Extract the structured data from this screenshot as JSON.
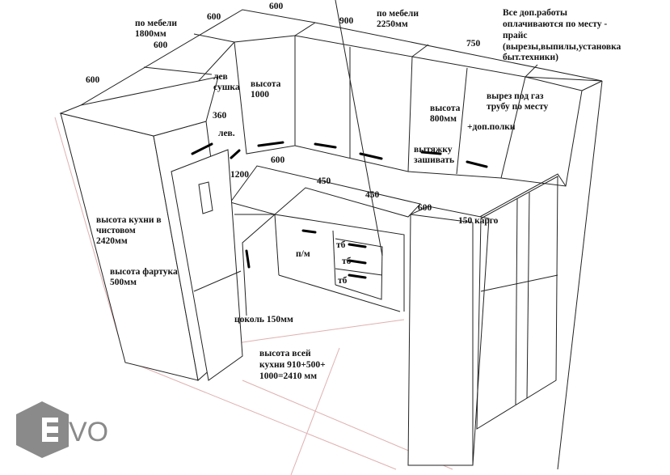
{
  "labels": {
    "top_600": "600",
    "top_left_600": "600",
    "furniture_left_1": "по мебели",
    "furniture_left_2": "1800мм",
    "left_600_a": "600",
    "left_600_b": "600",
    "top_900": "900",
    "furniture_right_1": "по мебели",
    "furniture_right_2": "2250мм",
    "note_1": "Все доп.работы",
    "note_2": "оплачиваются по месту -",
    "note_3": "прайс",
    "note_4": "(вырезы,выпилы,установка",
    "note_5": "быт.техники)",
    "top_750": "750",
    "dryer_1": "лев",
    "dryer_2": "сушка",
    "height1000_1": "высота",
    "height1000_2": "1000",
    "gas_1": "вырез под газ",
    "gas_2": "трубу по месту",
    "height800_1": "высота",
    "height800_2": "800мм",
    "shelves": "+доп.полки",
    "dim_360": "360",
    "left_short": "лев.",
    "hood_1": "вытяжку",
    "hood_2": "зашивать",
    "counter_600": "600",
    "dim_1200": "1200",
    "dim_450_a": "450",
    "dim_450_b": "450",
    "right_600": "600",
    "cargo": "150 карго",
    "kitchen_h_1": "высота кухни в",
    "kitchen_h_2": "чистовом",
    "kitchen_h_3": "2420мм",
    "apron_1": "высота фартука",
    "apron_2": "500мм",
    "dishwasher": "п/м",
    "tb1": "тб",
    "tb2": "тб",
    "tb3": "тб",
    "plinth": "цоколь 150мм",
    "total_1": "высота всей",
    "total_2": "кухни 910+500+",
    "total_3": "1000=2410 мм"
  },
  "logo": {
    "text": "EVO",
    "color": "#8a8a8a"
  }
}
